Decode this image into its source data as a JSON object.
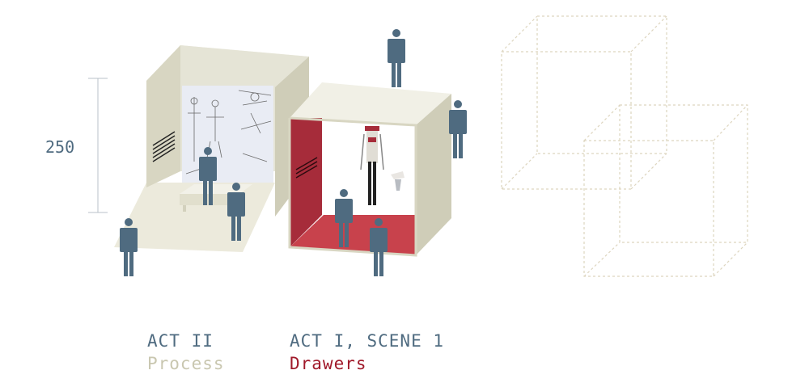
{
  "dimension": {
    "label": "250"
  },
  "captions": [
    {
      "act": "ACT II",
      "name": "Process"
    },
    {
      "act": "ACT I, SCENE 1",
      "name": "Drawers"
    }
  ],
  "colors": {
    "act": "#4f6b80",
    "process": "#c9c7b0",
    "drawers": "#a0192a",
    "room_wall": "#e5e4d6",
    "room_wall_dark": "#cfcdb8",
    "room_red": "#a62c3a",
    "figure": "#4f6b80",
    "dashed": "#ddd5bf",
    "dim_line": "#b8c2c8"
  },
  "icons": [
    "person-icon",
    "mannequin-icon",
    "shirt-icon"
  ]
}
